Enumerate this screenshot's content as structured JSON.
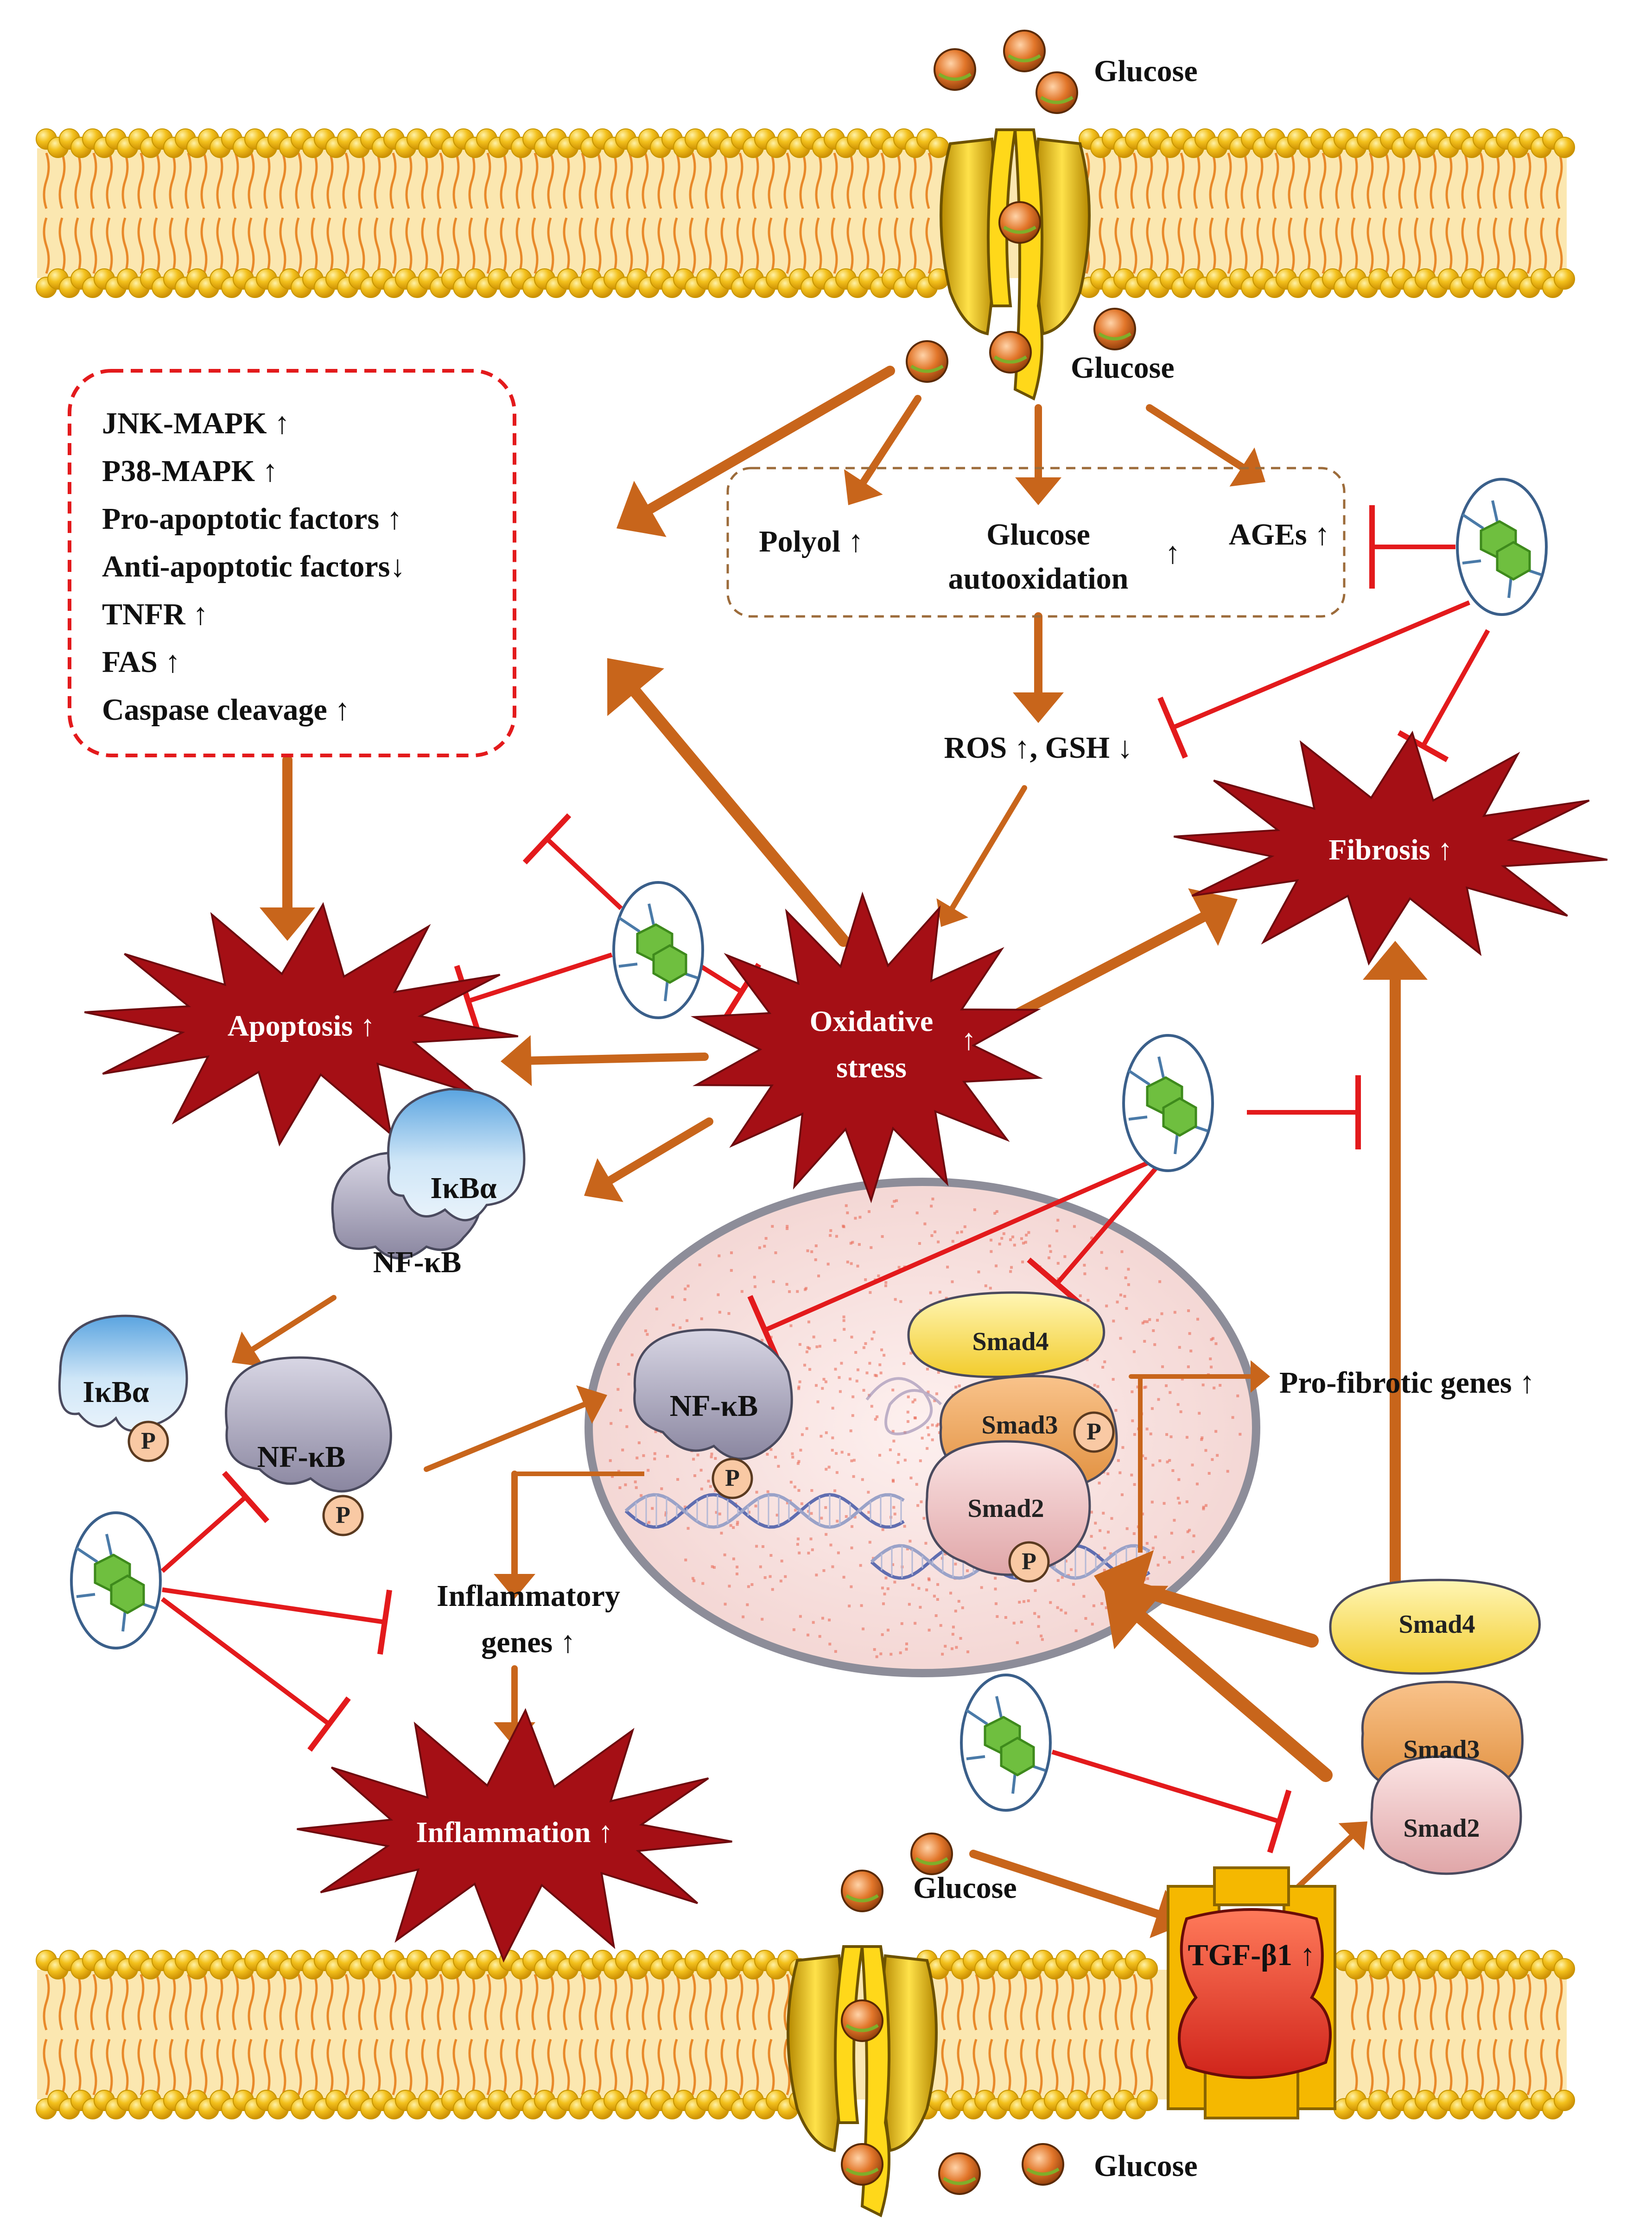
{
  "labels": {
    "glucose_top_outer": "Glucose",
    "glucose_top_inner": "Glucose",
    "glucose_bottom_inner": "Glucose",
    "glucose_bottom_outer": "Glucose",
    "polyol": "Polyol ↑",
    "glucose_autoox_1": "Glucose",
    "glucose_autoox_2": "autooxidation",
    "autoox_arrow": "↑",
    "ages": "AGEs ↑",
    "ros_gsh": "ROS ↑, GSH ↓",
    "oxidative_1": "Oxidative",
    "oxidative_2": "stress",
    "oxidative_arrow": "↑",
    "apoptosis": "Apoptosis ↑",
    "fibrosis": "Fibrosis ↑",
    "inflammation": "Inflammation ↑",
    "inflammatory_genes_1": "Inflammatory",
    "inflammatory_genes_2": "genes ↑",
    "pro_fibrotic_genes": "Pro-fibrotic genes ↑",
    "tgf": "TGF-β1 ↑",
    "ikba_complex": "IκBα",
    "nfkb_complex": "NF-κB",
    "ikba_free": "IκBα",
    "nfkb_free": "NF-κB",
    "nfkb_nuclear": "NF-κB",
    "smad4_nuclear": "Smad4",
    "smad3_nuclear": "Smad3",
    "smad2_nuclear": "Smad2",
    "smad4_cyto": "Smad4",
    "smad3_cyto": "Smad3",
    "smad2_cyto": "Smad2",
    "phospho": "P"
  },
  "apoptosis_factors": [
    "JNK-MAPK ↑",
    "P38-MAPK ↑",
    "Pro-apoptotic factors ↑",
    "Anti-apoptotic factors↓",
    "TNFR ↑",
    "FAS ↑",
    "Caspase cleavage ↑"
  ],
  "colors": {
    "arrow": "#c8651b",
    "inhibit": "#e31a1c",
    "burst": "#a50f15",
    "membrane": "#f5b800",
    "nucleus_fill": "#f8e4e2",
    "nucleus_border": "#8d8d99"
  }
}
